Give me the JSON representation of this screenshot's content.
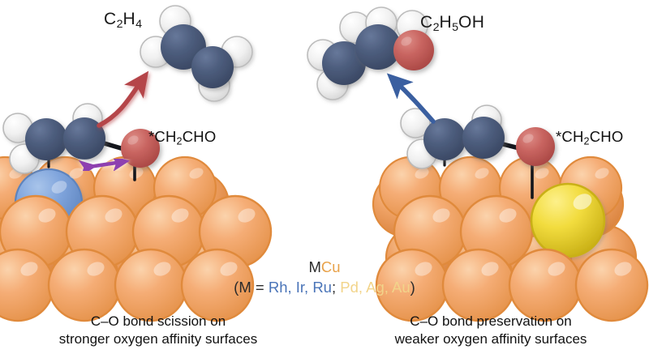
{
  "figure": {
    "type": "reaction-schematic",
    "title_products": {
      "left_product_formula": "C2H4",
      "left_product_html": "C<sub>2</sub>H<sub>4</sub>",
      "right_product_formula": "C2H5OH",
      "right_product_html": "C<sub>2</sub>H<sub>5</sub>OH"
    },
    "adsorbate_label": "*CH2CHO",
    "adsorbate_label_html": "*CH<sub>2</sub>CHO",
    "left_panel": {
      "product": "C2H4",
      "product_html": "C<sub>2</sub>H<sub>4</sub>",
      "adsorbate": "*CH2CHO",
      "adsorbate_html": "*CH<sub>2</sub>CHO",
      "caption_line1": "C–O bond scission on",
      "caption_line2": "stronger oxygen affinity surfaces",
      "arrow_color": "#b5444a",
      "dopant_color": "#7fa4dc",
      "dopant_elements": [
        "Rh",
        "Ir",
        "Ru"
      ],
      "bond_arrow_orientation": "horizontal",
      "bond_arrow_color": "#8e3fb0"
    },
    "right_panel": {
      "product": "C2H5OH",
      "product_html": "C<sub>2</sub>H<sub>5</sub>OH",
      "adsorbate": "*CH2CHO",
      "adsorbate_html": "*CH<sub>2</sub>CHO",
      "caption_line1": "C–O bond preservation on",
      "caption_line2": "weaker oxygen affinity surfaces",
      "arrow_color": "#3a5fa0",
      "dopant_color": "#f0da3c",
      "dopant_elements": [
        "Pd",
        "Ag",
        "Au"
      ],
      "bond_arrow_orientation": "vertical",
      "bond_arrow_color": "#8e3fb0"
    },
    "alloy_legend": {
      "line1_m": "M",
      "line1_cu": "Cu",
      "line2_open": "(M = ",
      "line2_strong": "Rh, Ir, Ru",
      "line2_sep": "; ",
      "line2_weak": "Pd, Ag, Au",
      "line2_close": ")"
    },
    "atom_colors": {
      "carbon": "#4a5a78",
      "hydrogen": "#e8e8e8",
      "oxygen": "#c35a57",
      "copper": "#f2a96b",
      "copper_edge": "#e08a3c",
      "dopant_blue": "#7fa4dc",
      "dopant_gold": "#f0da3c"
    }
  }
}
